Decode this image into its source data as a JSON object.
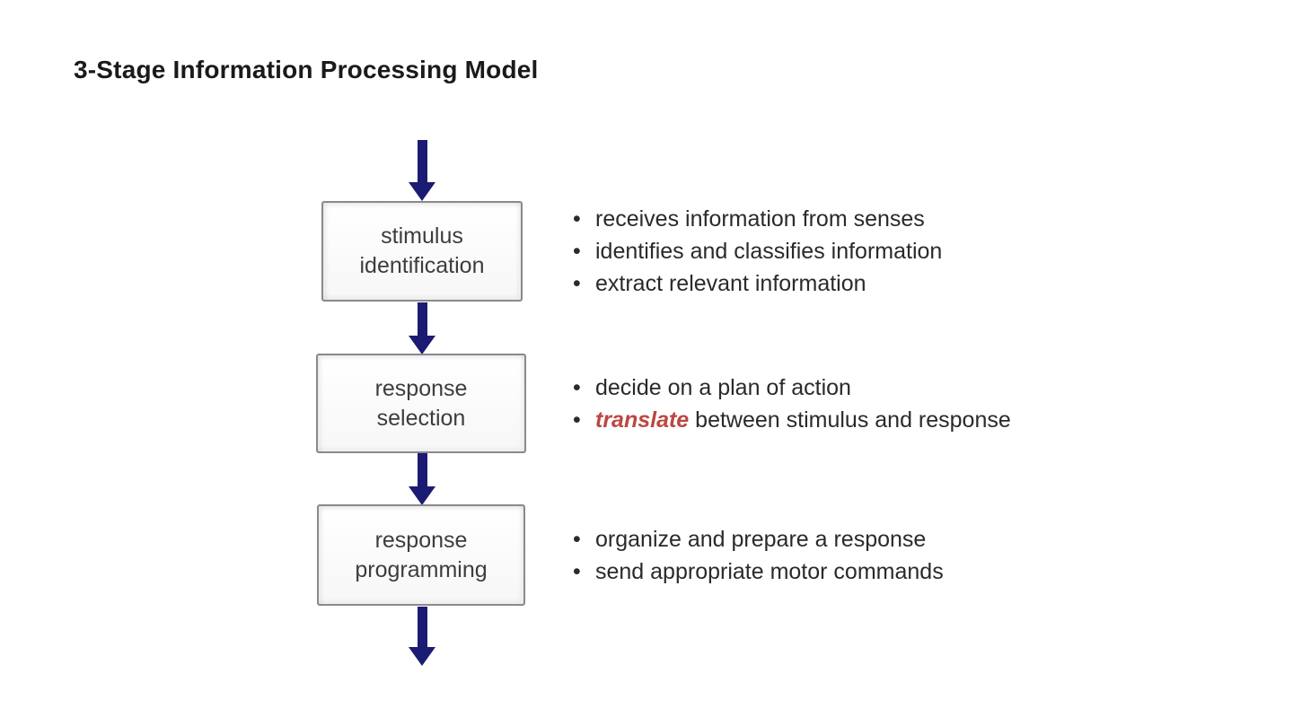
{
  "title": "3-Stage Information Processing Model",
  "colors": {
    "arrow_navy": "#1b1b73",
    "box_border": "#8a8a8a",
    "emphasis_red": "#bc4742",
    "text_dark": "#2a2a2a"
  },
  "stages": [
    {
      "id": "stimulus-identification",
      "label": "stimulus identification",
      "bullets": [
        {
          "segments": [
            {
              "text": "receives information from senses"
            }
          ]
        },
        {
          "segments": [
            {
              "text": "identifies and classifies information"
            }
          ]
        },
        {
          "segments": [
            {
              "text": "extract relevant information"
            }
          ]
        }
      ]
    },
    {
      "id": "response-selection",
      "label": "response selection",
      "bullets": [
        {
          "segments": [
            {
              "text": "decide on a plan of action"
            }
          ]
        },
        {
          "segments": [
            {
              "text": "translate",
              "emphasis": true
            },
            {
              "text": " between stimulus and response"
            }
          ]
        }
      ]
    },
    {
      "id": "response-programming",
      "label": "response programming",
      "bullets": [
        {
          "segments": [
            {
              "text": "organize and prepare a response"
            }
          ]
        },
        {
          "segments": [
            {
              "text": "send appropriate motor commands"
            }
          ]
        }
      ]
    }
  ],
  "bullet_glyph": "•"
}
